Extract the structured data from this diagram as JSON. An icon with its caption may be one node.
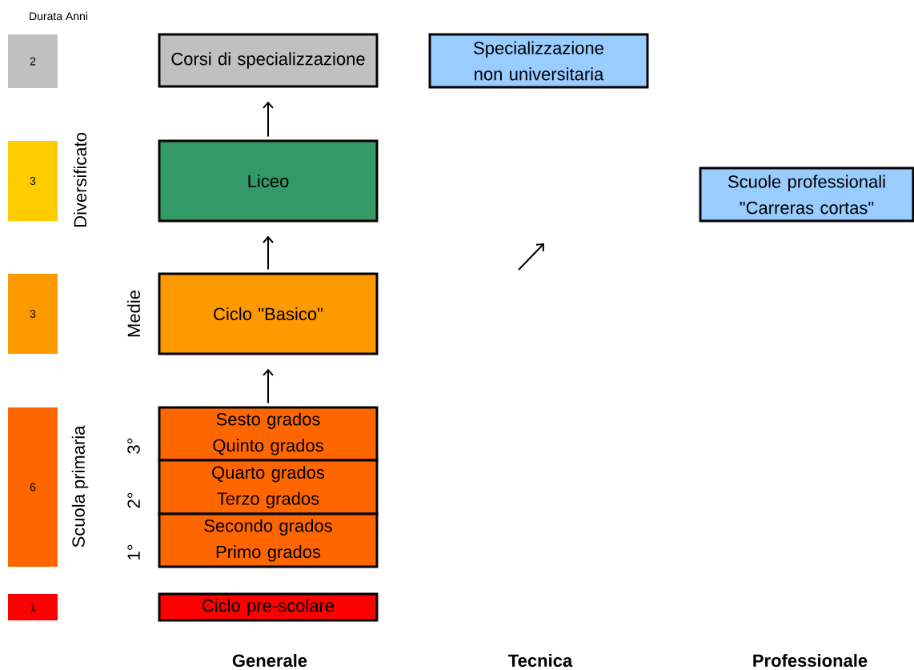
{
  "diagram": {
    "nodes": [
      {
        "text": [
          "2"
        ]
      },
      {
        "text": [
          "Corsi di specializzazione"
        ]
      },
      {
        "text": [
          "Specializzazione non universitaria"
        ]
      },
      {
        "text": [
          "3"
        ]
      },
      {
        "text": [
          "Liceo"
        ]
      },
      {
        "text": [
          "Scuole professionali \"Carreras cortas\""
        ]
      },
      {
        "text": [
          "3"
        ]
      },
      {
        "text": [
          "Ciclo \"Basico\""
        ]
      },
      {
        "text": [
          "6"
        ]
      },
      {
        "text": [
          "Sesto grados",
          "Quinto grados"
        ]
      },
      {
        "text": [
          "Quarto grados",
          "Terzo grados"
        ]
      },
      {
        "text": [
          "Secondo grados",
          "Primo grados"
        ]
      },
      {
        "text": [
          "1"
        ]
      },
      {
        "text": [
          "Ciclo pre-scolare"
        ]
      }
    ],
    "edges": [
      {
        "from": 9,
        "to": 7,
        "arrow": "to"
      },
      {
        "from": 7,
        "to": 4,
        "arrow": "to"
      },
      {
        "from": 4,
        "to": 1,
        "arrow": "to"
      }
    ],
    "labels": [
      "Durata Anni",
      "Diversificato",
      "Medie",
      "Scuola primaria",
      "3°",
      "2°",
      "1°",
      "Generale",
      "Tecnica",
      "Professionale"
    ]
  }
}
